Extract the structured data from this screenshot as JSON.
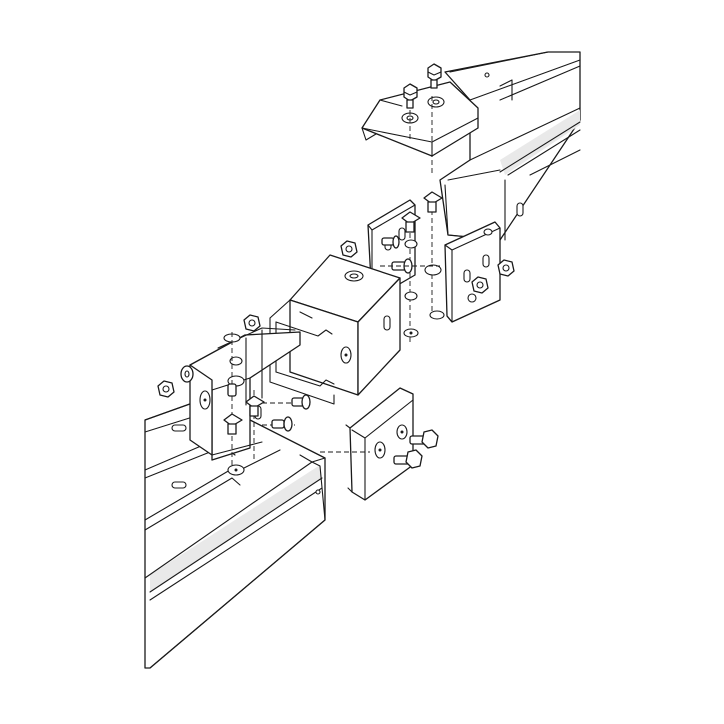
{
  "figure": {
    "type": "exploded-assembly-line-drawing",
    "colors": {
      "line": "#1a1a1a",
      "fill": "#ffffff",
      "shade": "#e9e9e9",
      "background": "#ffffff"
    },
    "parts": [
      "upper-right-rail",
      "lower-left-rail",
      "top-cap-bracket",
      "center-box-connector",
      "right-side-bracket",
      "left-side-bracket",
      "bottom-side-plate",
      "bolts",
      "washers",
      "nuts"
    ]
  }
}
